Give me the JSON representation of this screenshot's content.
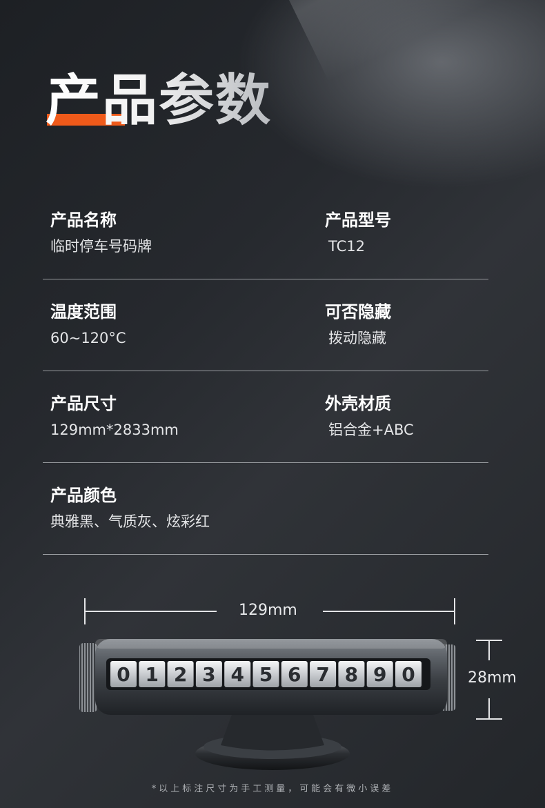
{
  "header": {
    "title": "产品参数",
    "accent_color": "#ef5a1a"
  },
  "specs": [
    {
      "left": {
        "label": "产品名称",
        "value": "临时停车号码牌"
      },
      "right": {
        "label": "产品型号",
        "value": "TC12"
      }
    },
    {
      "left": {
        "label": "温度范围",
        "value": "60~120°C"
      },
      "right": {
        "label": "可否隐藏",
        "value": "拨动隐藏"
      }
    },
    {
      "left": {
        "label": "产品尺寸",
        "value": "129mm*2833mm"
      },
      "right": {
        "label": "外壳材质",
        "value": "铝合金+ABC"
      }
    },
    {
      "left": {
        "label": "产品颜色",
        "value": "典雅黑、气质灰、炫彩红"
      }
    }
  ],
  "dimensions": {
    "width_label": "129mm",
    "height_label": "28mm"
  },
  "product": {
    "digits": [
      "0",
      "1",
      "2",
      "3",
      "4",
      "5",
      "6",
      "7",
      "8",
      "9",
      "0"
    ]
  },
  "footnote": "*以上标注尺寸为手工测量，可能会有微小误差"
}
